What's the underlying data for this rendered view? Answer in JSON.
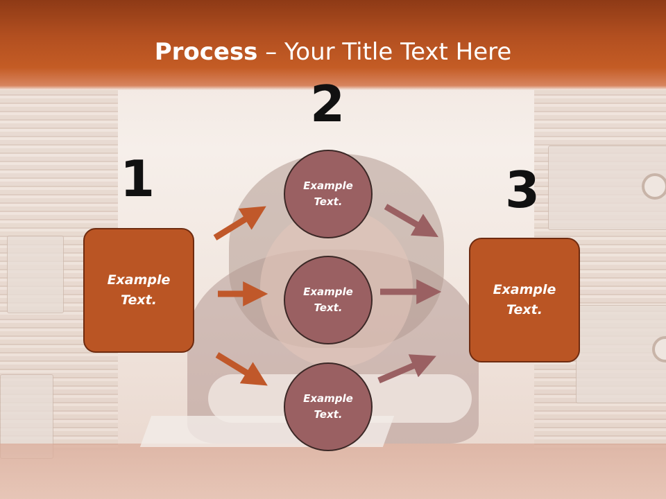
{
  "title": {
    "strong": "Process",
    "rest": " – Your Title Text Here"
  },
  "colors": {
    "header": "#b24f20",
    "box_fill": "#ba5524",
    "circle_fill": "#9a6062",
    "arrow_orange": "#c0582a",
    "arrow_mauve": "#9a6062"
  },
  "steps": {
    "one": {
      "number": "1",
      "line1": "Example",
      "line2": "Text."
    },
    "two": {
      "number": "2"
    },
    "three": {
      "number": "3",
      "line1": "Example",
      "line2": "Text."
    }
  },
  "circles": [
    {
      "line1": "Example",
      "line2": "Text."
    },
    {
      "line1": "Example",
      "line2": "Text."
    },
    {
      "line1": "Example",
      "line2": "Text."
    }
  ]
}
